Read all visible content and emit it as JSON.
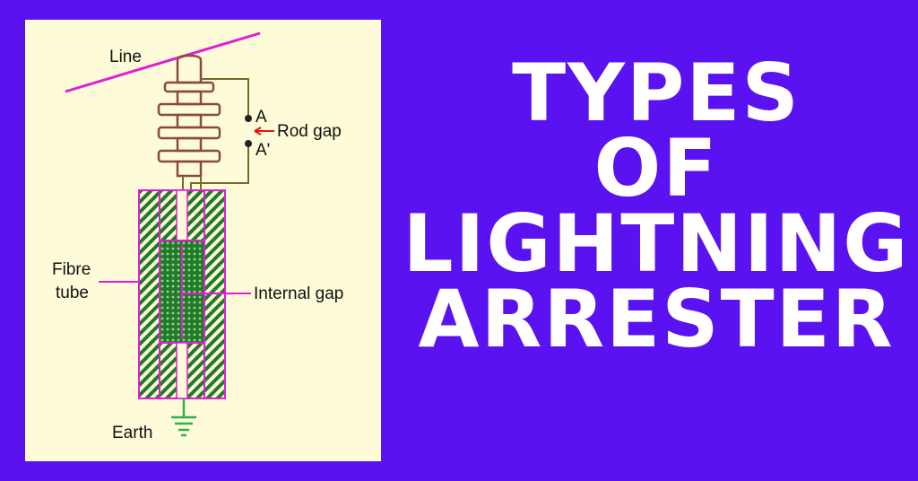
{
  "labels": {
    "line": "Line",
    "electrode_a": "A",
    "electrode_a_prime": "A'",
    "rod_gap": "Rod gap",
    "fibre_tube_line1": "Fibre",
    "fibre_tube_line2": "tube",
    "internal_gap": "Internal gap",
    "earth": "Earth"
  },
  "title": {
    "line1": "TYPES",
    "line2": "OF",
    "line3": "LIGHTNING",
    "line4": "ARRESTER"
  },
  "colors": {
    "background": "#5b12f0",
    "panel": "#fefbd8",
    "line_conductor": "#e51ad6",
    "insulator": "#8a4a3a",
    "tube_outline": "#e51ad6",
    "hatch": "#1f7a2a",
    "earth": "#2db34a",
    "rod_gap_arrow": "#e11",
    "title_text": "#ffffff"
  }
}
